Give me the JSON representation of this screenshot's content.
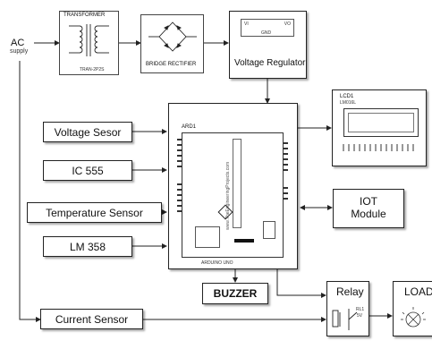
{
  "ac": {
    "title": "AC",
    "subtitle": "supply"
  },
  "transformer": {
    "title": "TRANSFORMER",
    "subtext": "TRAN-2P2S"
  },
  "bridge": {
    "title": "BRIDGE RECTIFIER"
  },
  "regulator": {
    "title": "Voltage Regulator",
    "pin_in": "VI",
    "pin_out": "VO",
    "pin_gnd": "GND"
  },
  "inputs": [
    {
      "label": "Voltage Sesor"
    },
    {
      "label": "IC 555"
    },
    {
      "label": "Temperature Sensor"
    },
    {
      "label": "LM 358"
    },
    {
      "label": "Current Sensor"
    }
  ],
  "mcu": {
    "ref": "ARD1",
    "watermark": "www.TheEngineeringProjects.com",
    "footer": "ARDUINO UNO"
  },
  "lcd": {
    "ref": "LCD1",
    "model": "LM016L"
  },
  "iot": {
    "line1": "IOT",
    "line2": "Module"
  },
  "buzzer": {
    "label": "BUZZER"
  },
  "relay": {
    "label": "Relay",
    "ref": "RL1",
    "rating": "5V"
  },
  "load": {
    "label": "LOAD"
  }
}
